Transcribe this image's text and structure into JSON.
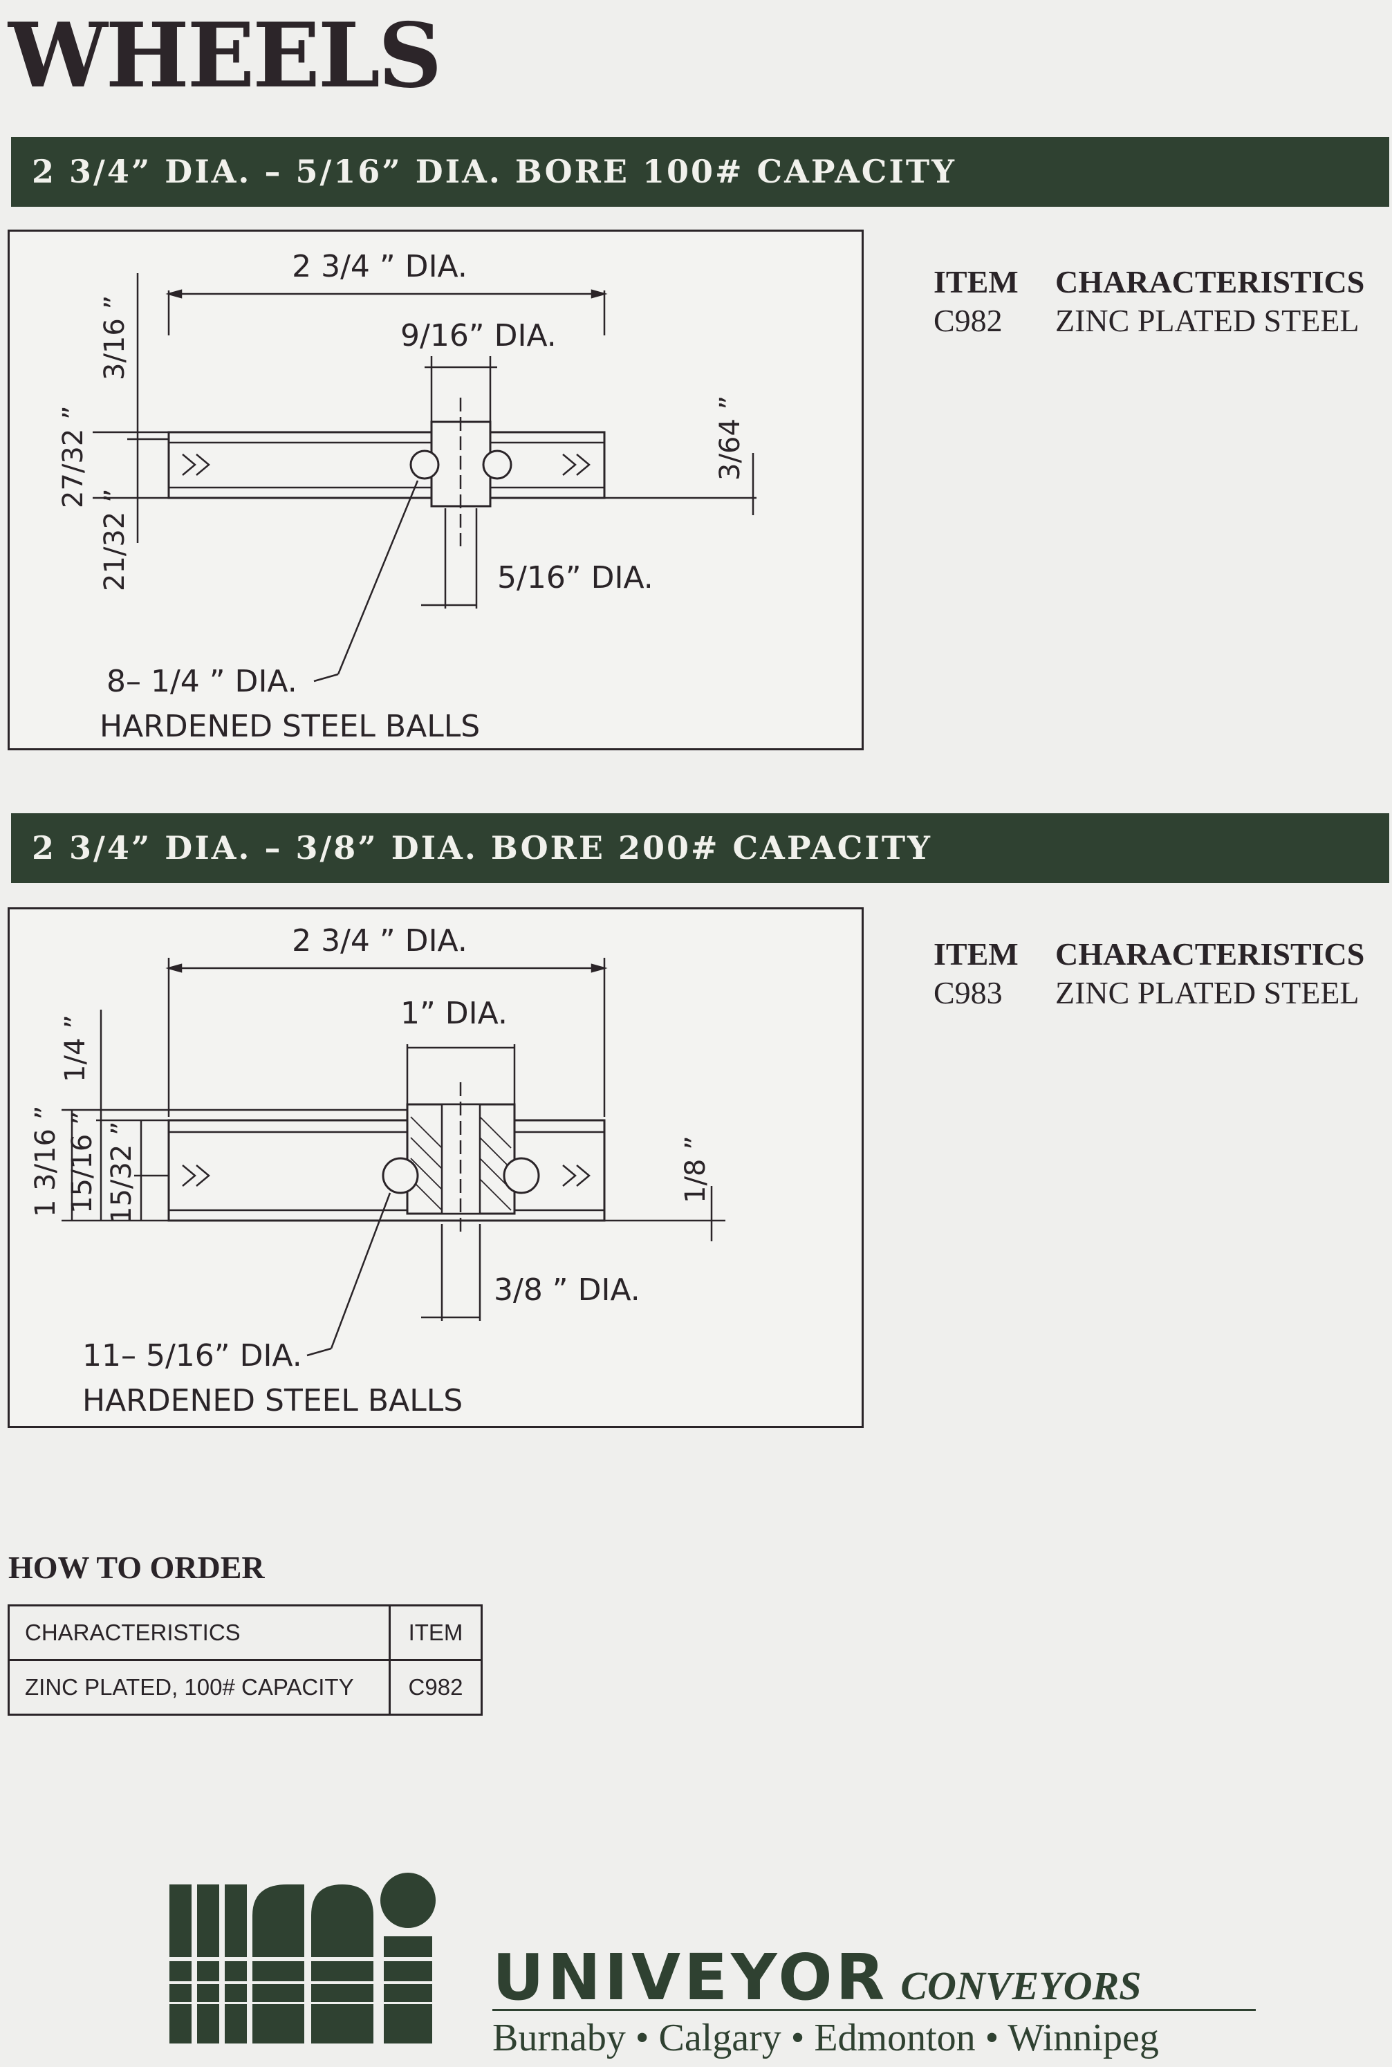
{
  "page": {
    "title": "WHEELS"
  },
  "sections": [
    {
      "heading": "2 3/4” DIA. – 5/16” DIA. BORE 100# CAPACITY",
      "spec_headers": [
        "ITEM",
        "CHARACTERISTICS"
      ],
      "spec_rows": [
        {
          "item": "C982",
          "characteristics": "ZINC PLATED STEEL"
        }
      ],
      "drawing": {
        "overall_dia": "2 3/4 ” DIA.",
        "hub_dia": "9/16” DIA.",
        "bore_dia": "5/16” DIA.",
        "dim_top": "3/16 ”",
        "dim_height": "27/32 ”",
        "dim_lower": "21/32 ”",
        "dim_rim": "3/64 ”",
        "balls_count": "8– 1/4 ” DIA.",
        "balls_text": "HARDENED STEEL BALLS"
      }
    },
    {
      "heading": "2 3/4” DIA. – 3/8” DIA. BORE 200# CAPACITY",
      "spec_headers": [
        "ITEM",
        "CHARACTERISTICS"
      ],
      "spec_rows": [
        {
          "item": "C983",
          "characteristics": "ZINC PLATED STEEL"
        }
      ],
      "drawing": {
        "overall_dia": "2 3/4 ” DIA.",
        "hub_dia": "1” DIA.",
        "bore_dia": "3/8 ” DIA.",
        "dim_top": "1/4 ”",
        "dim_total": "1 3/16 ”",
        "dim_height": "15/16 ”",
        "dim_lower": "15/32 ”",
        "dim_rim": "1/8 ”",
        "balls_count": "11– 5/16” DIA.",
        "balls_text": "HARDENED STEEL BALLS"
      }
    }
  ],
  "order": {
    "heading": "HOW TO ORDER",
    "columns": [
      "CHARACTERISTICS",
      "ITEM"
    ],
    "rows": [
      {
        "characteristics": "ZINC PLATED, 100# CAPACITY",
        "item": "C982"
      }
    ]
  },
  "brand": {
    "name": "UNIVEYOR",
    "sub": "CONVEYORS",
    "locations": "Burnaby • Calgary • Edmonton • Winnipeg",
    "color": "#2f4131"
  }
}
